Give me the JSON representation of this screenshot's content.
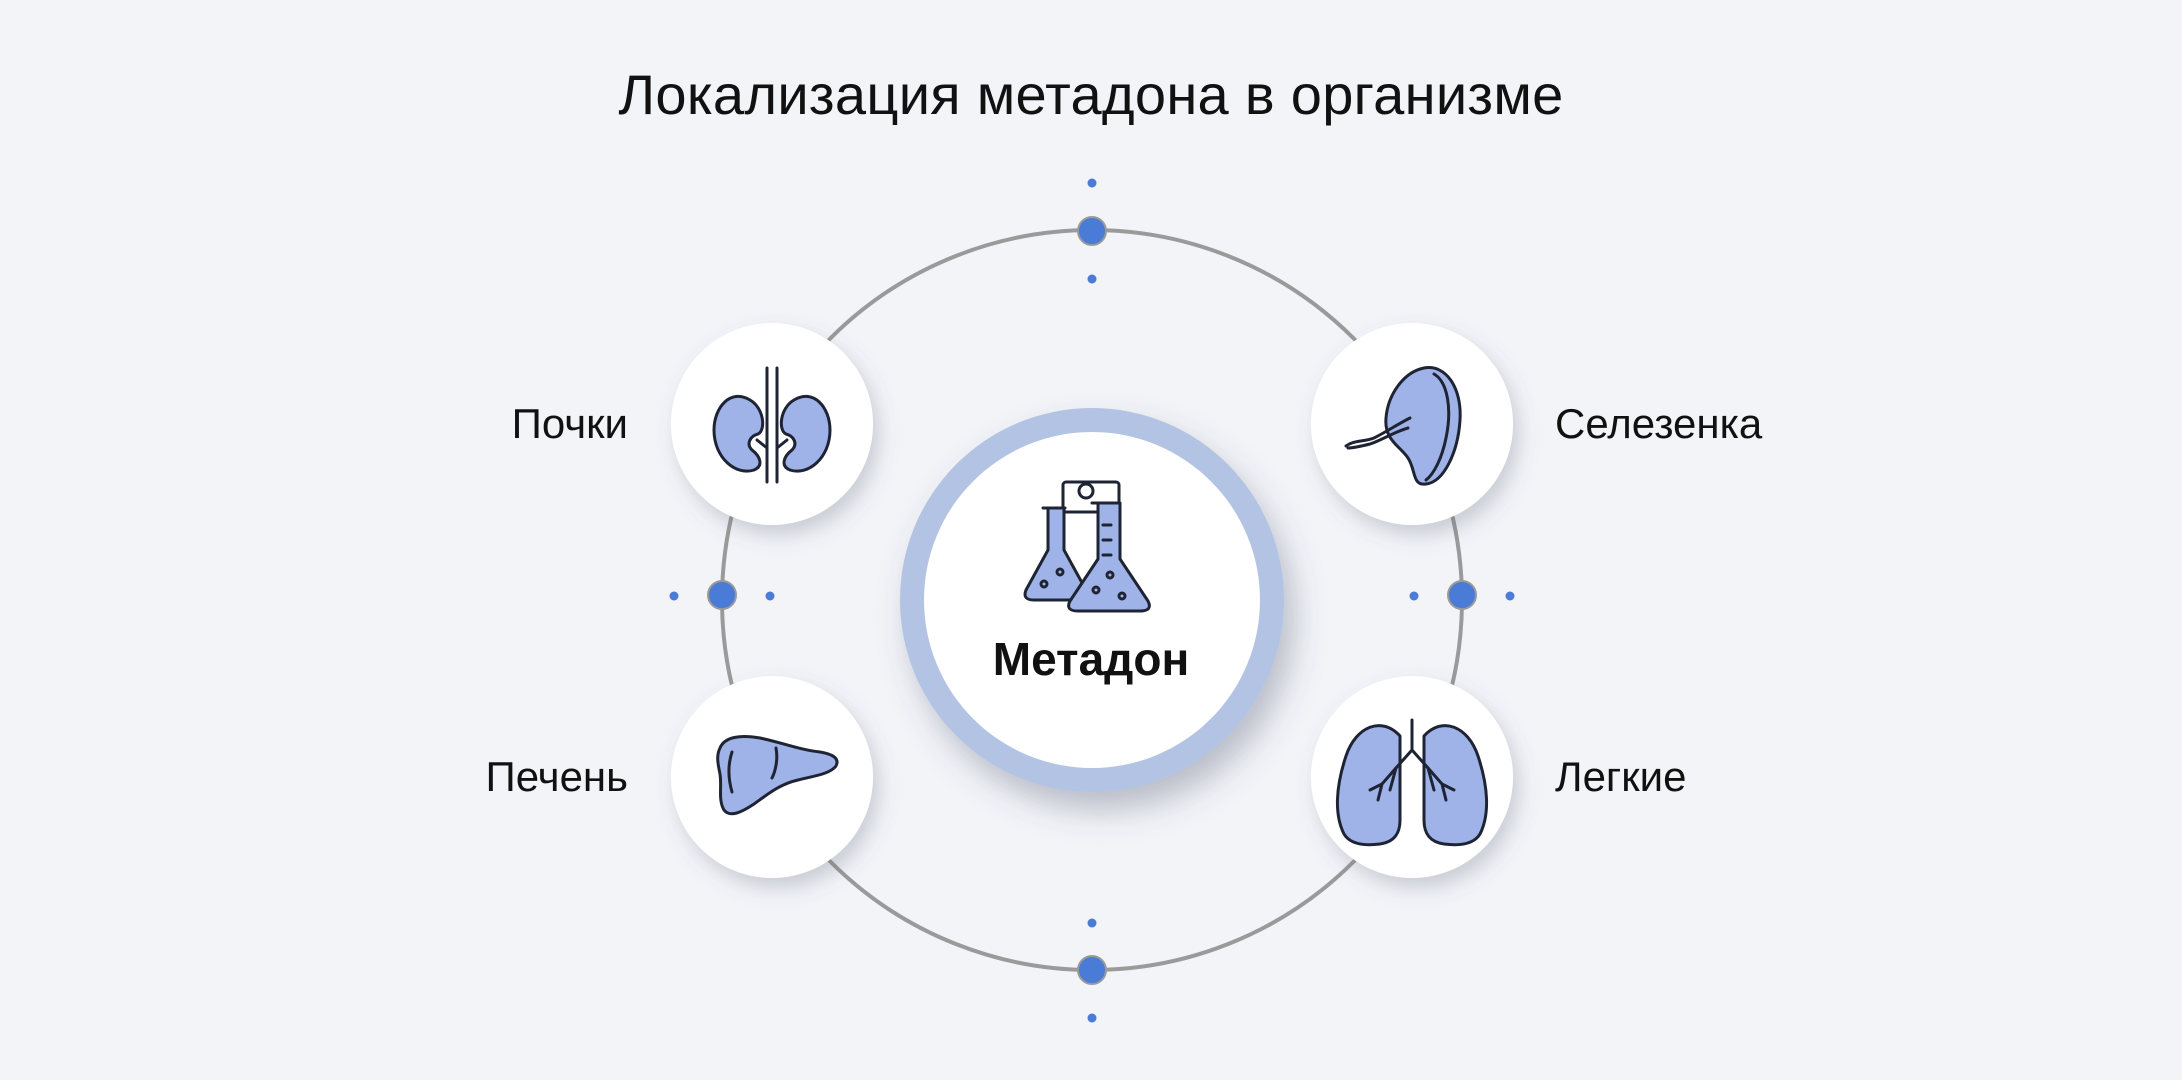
{
  "title": "Локализация метадона в организме",
  "center": {
    "label": "Метадон",
    "icon": "flasks-icon"
  },
  "organs": {
    "kidneys": {
      "label": "Почки",
      "icon": "kidneys-icon"
    },
    "spleen": {
      "label": "Селезенка",
      "icon": "spleen-icon"
    },
    "liver": {
      "label": "Печень",
      "icon": "liver-icon"
    },
    "lungs": {
      "label": "Легкие",
      "icon": "lungs-icon"
    }
  },
  "colors": {
    "background": "#f3f4f8",
    "accent": "#4a7bd6",
    "icon_fill": "#9fb3e8",
    "halo": "#b3c3e3",
    "ring": "#9a9a9a"
  }
}
